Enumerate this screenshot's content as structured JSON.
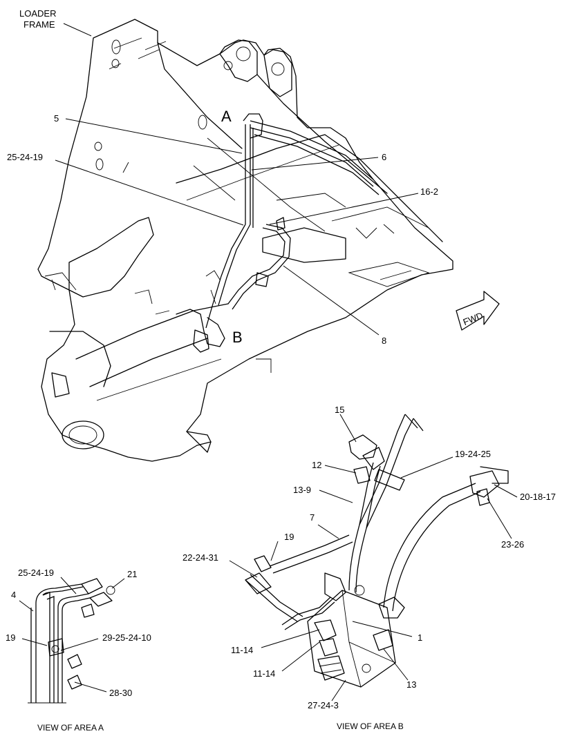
{
  "header_label": [
    "LOADER",
    "FRAME"
  ],
  "area_markers": {
    "a": "A",
    "b": "B"
  },
  "fwd_arrow": "FWD",
  "main_callouts": {
    "c5": "5",
    "c6": "6",
    "c25_24_19": "25-24-19",
    "c16_2": "16-2",
    "c8": "8"
  },
  "area_a": {
    "caption": "VIEW OF AREA  A",
    "callouts": {
      "c25_24_19": "25-24-19",
      "c21": "21",
      "c4": "4",
      "c19": "19",
      "c29_25_24_10": "29-25-24-10",
      "c28_30": "28-30"
    }
  },
  "area_b": {
    "caption": "VIEW OF AREA  B",
    "callouts": {
      "c15": "15",
      "c19_24_25": "19-24-25",
      "c12": "12",
      "c20_18_17": "20-18-17",
      "c13_9": "13-9",
      "c7": "7",
      "c23_26": "23-26",
      "c19": "19",
      "c22_24_31": "22-24-31",
      "c1": "1",
      "c11_14_a": "11-14",
      "c11_14_b": "11-14",
      "c13": "13",
      "c27_24_3": "27-24-3"
    }
  }
}
